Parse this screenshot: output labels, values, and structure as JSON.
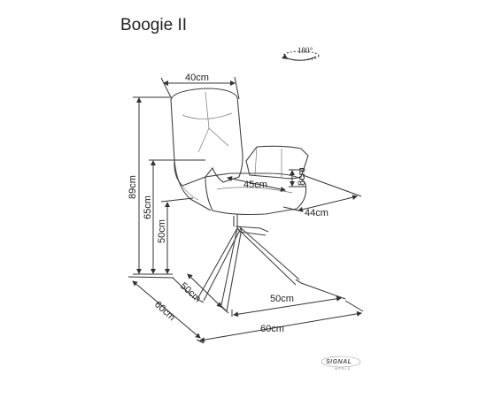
{
  "product": {
    "title": "Boogie II"
  },
  "rotation": {
    "label": "180°"
  },
  "dimensions": {
    "seat_width": "40cm",
    "seat_depth": "45cm",
    "armrest_thickness": "8cm",
    "armrest_length": "44cm",
    "total_height": "89cm",
    "armrest_height": "65cm",
    "seat_height": "50cm",
    "base_side": "50cm",
    "base_front": "50cm",
    "footprint_side": "60cm",
    "footprint_front": "60cm"
  },
  "brand": {
    "logo_text": "SIGNAL",
    "logo_sub": "MEBLE"
  }
}
